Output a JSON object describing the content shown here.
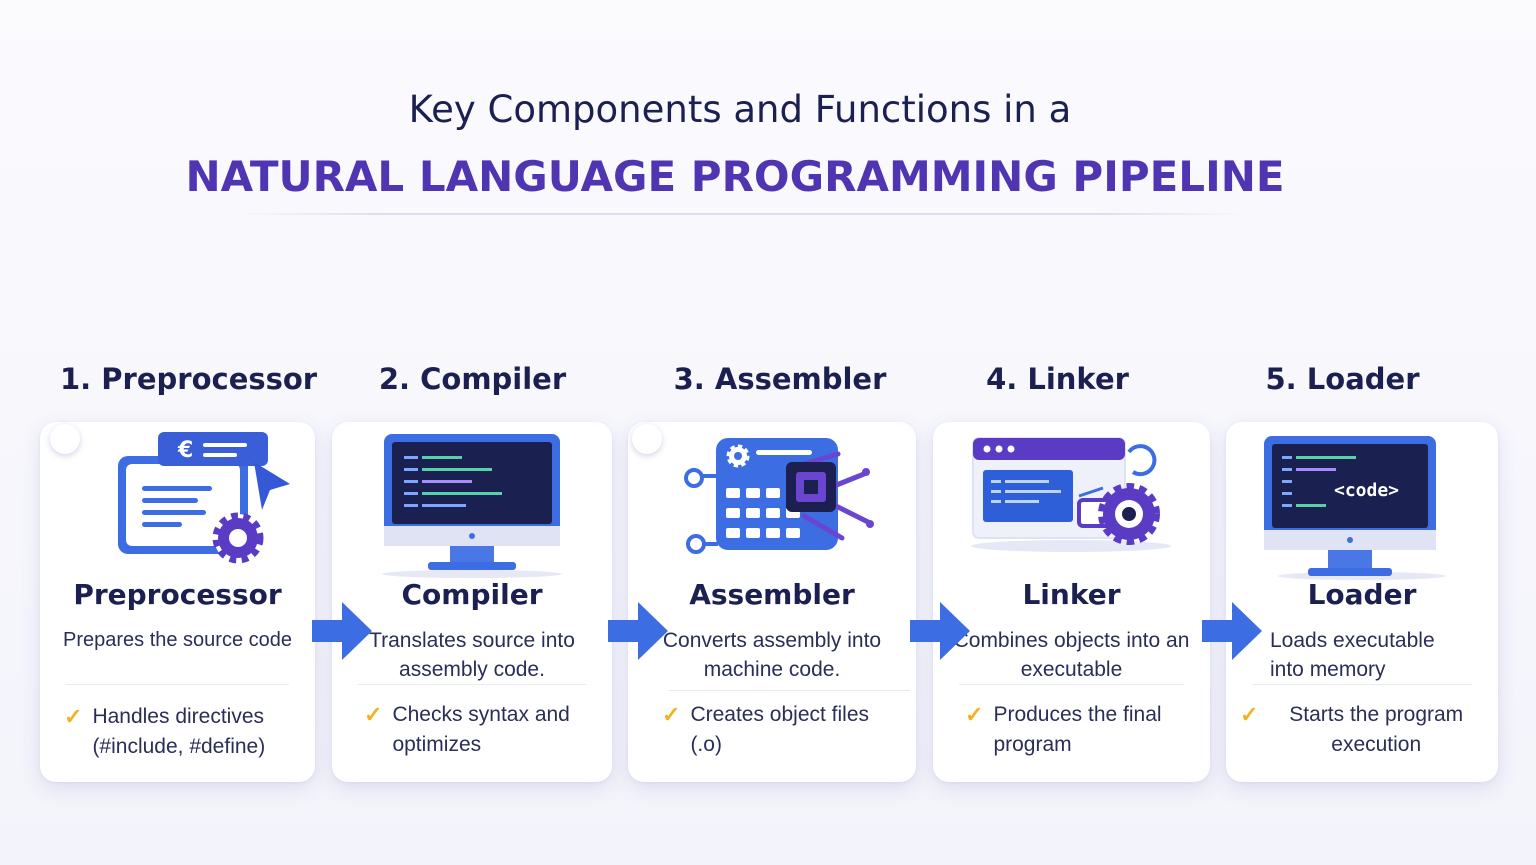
{
  "header": {
    "line1": "Key Components and Functions in a",
    "line2": "NATURAL LANGUAGE PROGRAMMING PIPELINE"
  },
  "colors": {
    "accent_purple": "#5035b2",
    "navy": "#1c2050",
    "blue": "#3d6de3",
    "check_yellow": "#f2b322"
  },
  "stages": [
    {
      "label": "1. Preprocessor",
      "name": "Preprocessor",
      "desc": "Prepares the source code",
      "feature": "Handles directives (#include, #define)",
      "icon": "document-gear-icon"
    },
    {
      "label": "2. Compiler",
      "name": "Compiler",
      "desc": "Translates source into assembly code.",
      "feature": "Checks syntax and optimizes",
      "icon": "monitor-code-icon"
    },
    {
      "label": "3. Assembler",
      "name": "Assembler",
      "desc": "Converts assembly into machine code.",
      "feature": "Creates object files (.o)",
      "icon": "circuit-chip-icon"
    },
    {
      "label": "4. Linker",
      "name": "Linker",
      "desc": "Combines objects into an executable",
      "feature": "Produces the final program",
      "icon": "window-gear-icon"
    },
    {
      "label": "5. Loader",
      "name": "Loader",
      "desc": "Loads executable into memory",
      "feature": "Starts the program execution",
      "icon": "monitor-code-tag-icon",
      "code_tag": "<code>"
    }
  ]
}
